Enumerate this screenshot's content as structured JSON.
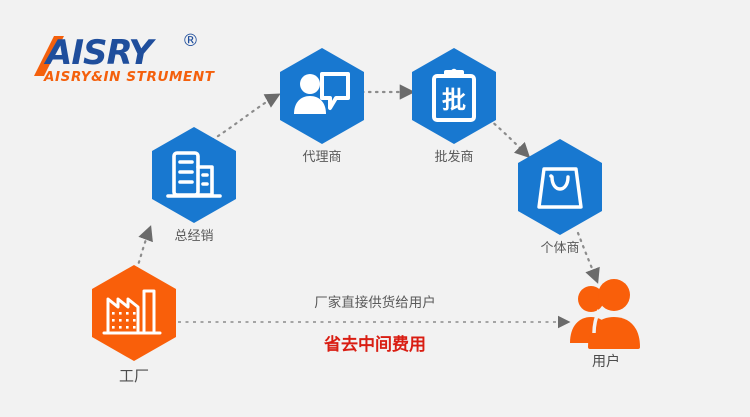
{
  "brand": {
    "wordmark": "AISRY",
    "registered_mark": "®",
    "tagline": "AISRY&IN STRUMENT",
    "wordmark_color": "#1f4e9c",
    "tagline_color": "#f4600c",
    "slash_color": "#f4600c"
  },
  "theme": {
    "background": "#f2f2f2",
    "hex_blue": "#1878d0",
    "hex_orange": "#f95f0a",
    "connector_gray": "#8c8c8c",
    "label_gray": "#5a5a5a",
    "highlight_red": "#d91d12"
  },
  "flow": {
    "nodes": [
      {
        "id": "factory",
        "label": "工厂",
        "icon": "factory-icon",
        "color": "#f95f0a"
      },
      {
        "id": "distributor",
        "label": "总经销",
        "icon": "office-building-icon",
        "color": "#1878d0"
      },
      {
        "id": "agent",
        "label": "代理商",
        "icon": "person-chat-icon",
        "color": "#1878d0"
      },
      {
        "id": "wholesaler",
        "label": "批发商",
        "icon": "clipboard-pi-icon",
        "color": "#1878d0"
      },
      {
        "id": "retailer",
        "label": "个体商",
        "icon": "shopping-bag-icon",
        "color": "#1878d0"
      },
      {
        "id": "customer",
        "label": "用户",
        "icon": "users-icon",
        "color": "#f95f0a"
      }
    ],
    "direct_channel": {
      "note": "厂家直接供货给用户",
      "highlight": "省去中间费用"
    }
  }
}
